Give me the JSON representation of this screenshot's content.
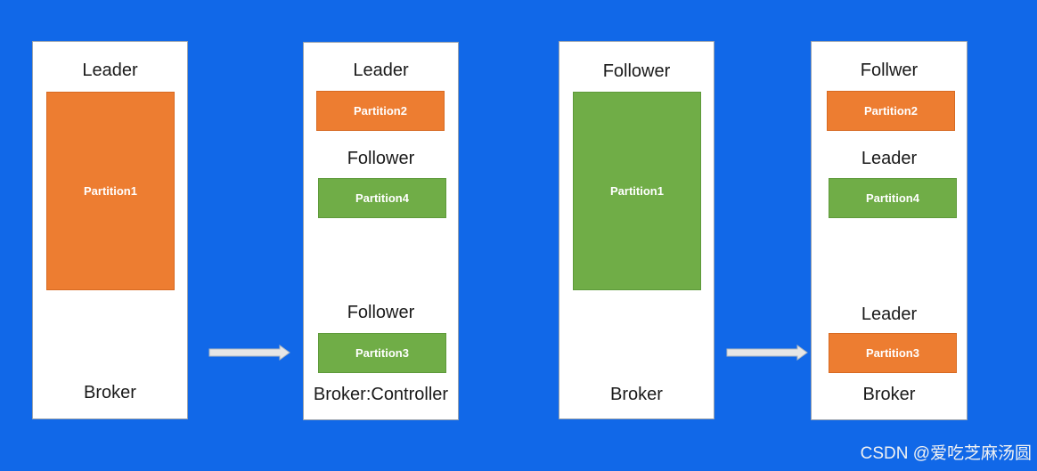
{
  "colors": {
    "background": "#1168e8",
    "leader": "#ed7d31",
    "follower": "#70ad47"
  },
  "brokers": [
    {
      "footer": "Broker",
      "roles": [
        "Leader"
      ],
      "partitions": [
        "Partition1"
      ]
    },
    {
      "footer": "Broker:Controller",
      "roles": [
        "Leader",
        "Follower",
        "Follower"
      ],
      "partitions": [
        "Partition2",
        "Partition4",
        "Partition3"
      ]
    },
    {
      "footer": "Broker",
      "roles": [
        "Follower"
      ],
      "partitions": [
        "Partition1"
      ]
    },
    {
      "footer": "Broker",
      "roles": [
        "Follwer",
        "Leader",
        "Leader"
      ],
      "partitions": [
        "Partition2",
        "Partition4",
        "Partition3"
      ]
    }
  ],
  "watermark": "CSDN @爱吃芝麻汤圆"
}
